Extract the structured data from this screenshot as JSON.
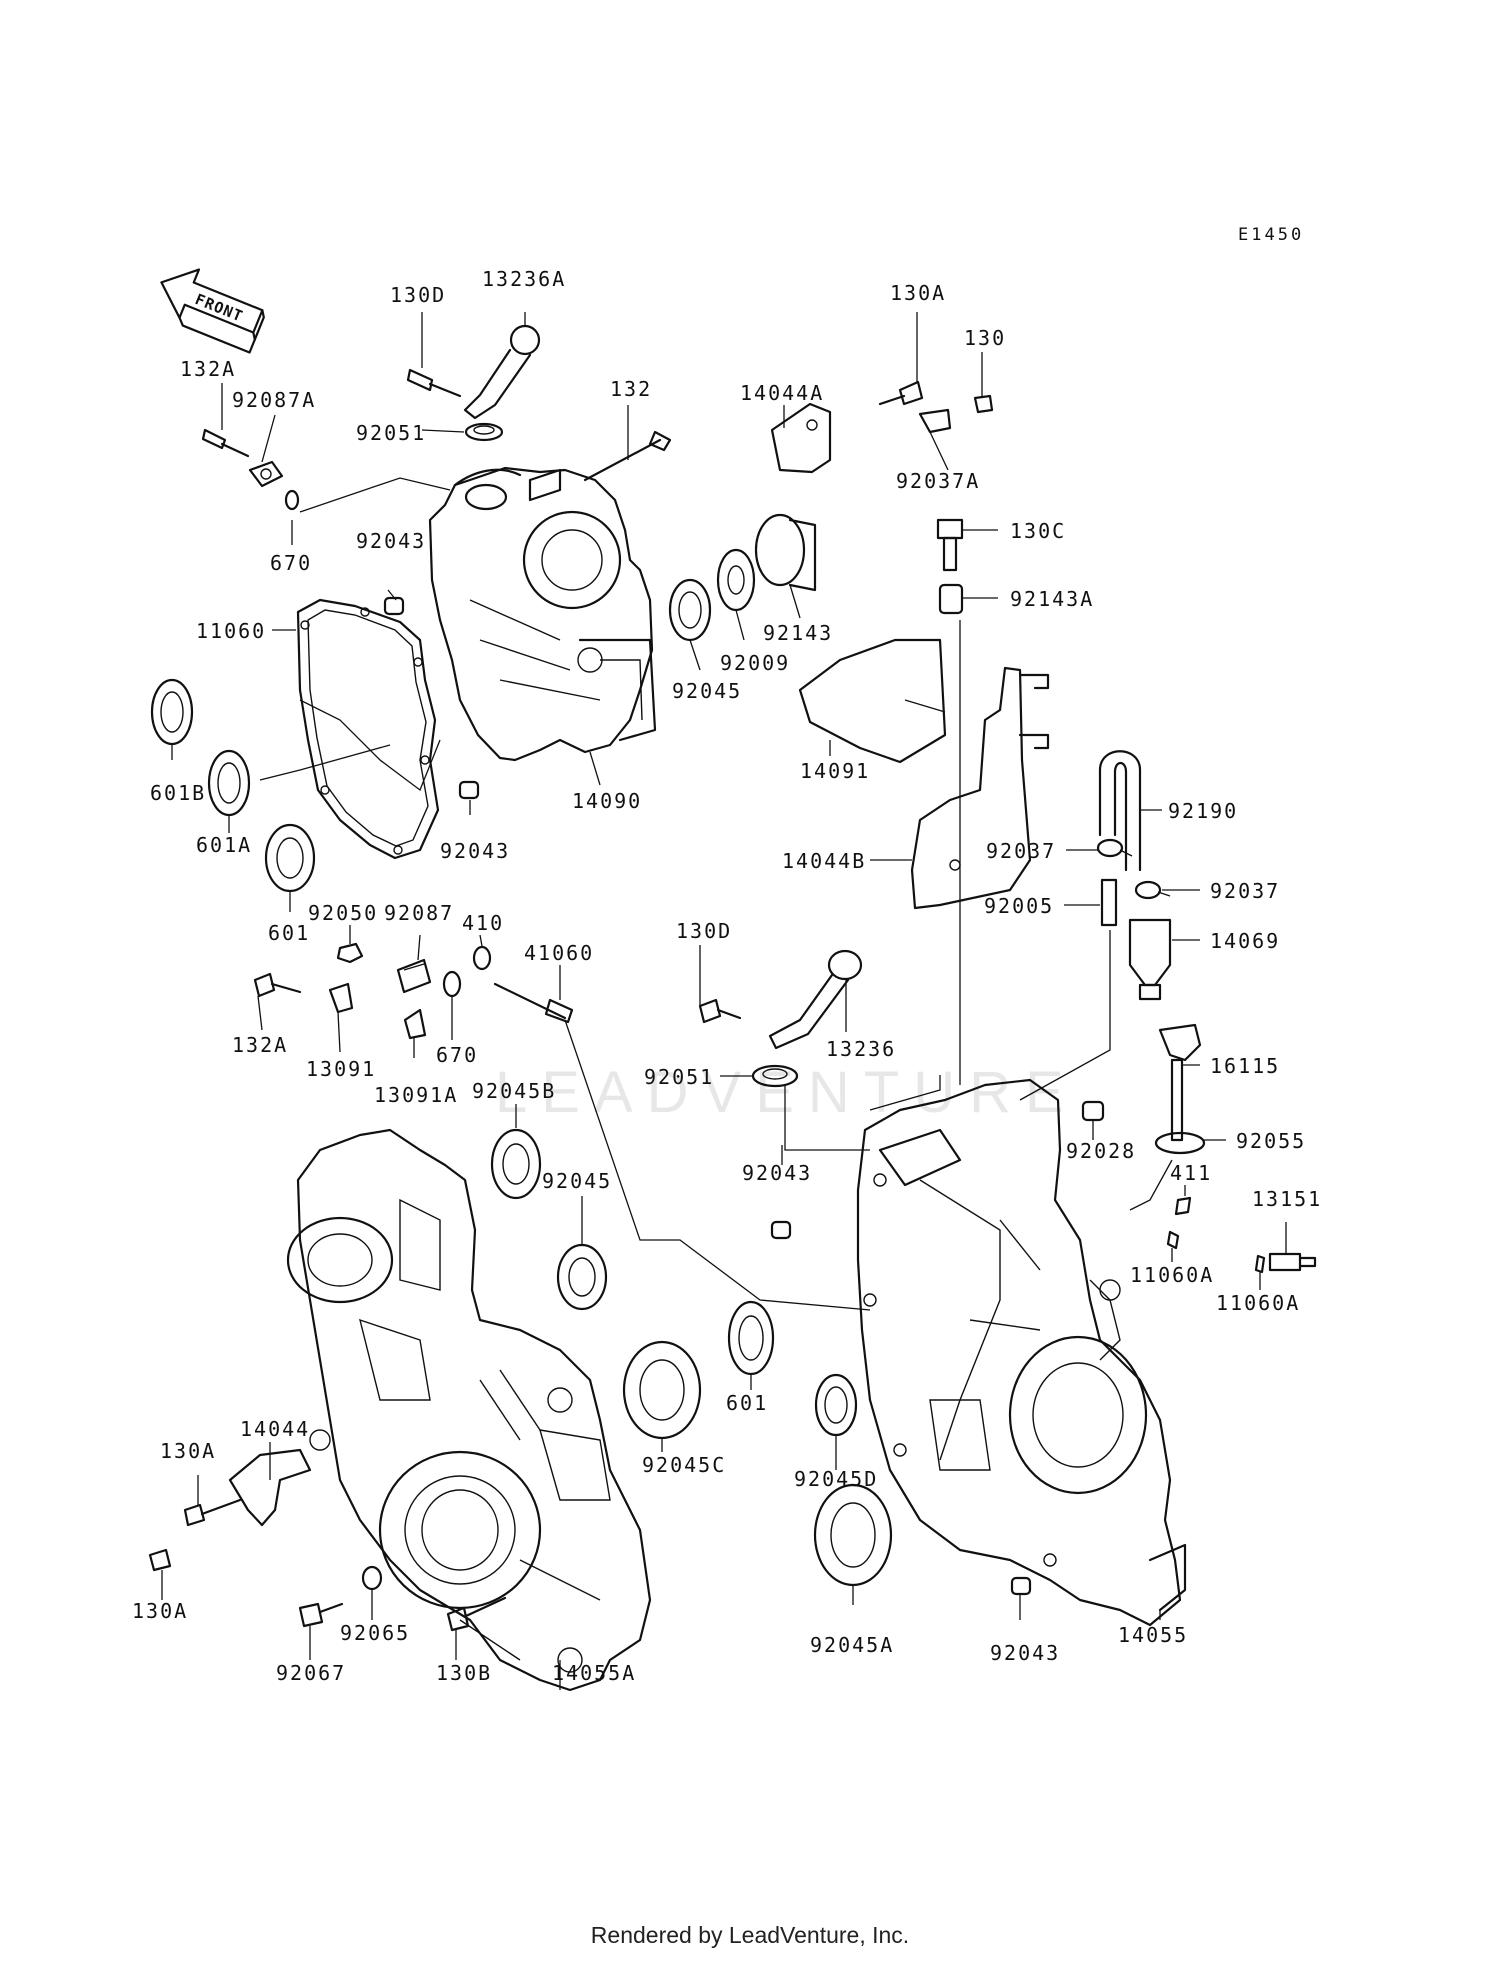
{
  "diagram": {
    "code": "E1450",
    "front_arrow_label": "FRONT",
    "watermark": "LEADVENTURE",
    "labels": [
      {
        "id": "l-130D-top",
        "text": "130D"
      },
      {
        "id": "l-13236A",
        "text": "13236A"
      },
      {
        "id": "l-132A-top",
        "text": "132A"
      },
      {
        "id": "l-92087A",
        "text": "92087A"
      },
      {
        "id": "l-92051-top",
        "text": "92051"
      },
      {
        "id": "l-132",
        "text": "132"
      },
      {
        "id": "l-670-top",
        "text": "670"
      },
      {
        "id": "l-92043-a",
        "text": "92043"
      },
      {
        "id": "l-11060",
        "text": "11060"
      },
      {
        "id": "l-601B",
        "text": "601B"
      },
      {
        "id": "l-601A",
        "text": "601A"
      },
      {
        "id": "l-601-left",
        "text": "601"
      },
      {
        "id": "l-92043-b",
        "text": "92043"
      },
      {
        "id": "l-14090",
        "text": "14090"
      },
      {
        "id": "l-92045-top",
        "text": "92045"
      },
      {
        "id": "l-92009",
        "text": "92009"
      },
      {
        "id": "l-92143",
        "text": "92143"
      },
      {
        "id": "l-14044A",
        "text": "14044A"
      },
      {
        "id": "l-130A-top",
        "text": "130A"
      },
      {
        "id": "l-130",
        "text": "130"
      },
      {
        "id": "l-92037A",
        "text": "92037A"
      },
      {
        "id": "l-130C",
        "text": "130C"
      },
      {
        "id": "l-92143A",
        "text": "92143A"
      },
      {
        "id": "l-14091",
        "text": "14091"
      },
      {
        "id": "l-14044B",
        "text": "14044B"
      },
      {
        "id": "l-92190",
        "text": "92190"
      },
      {
        "id": "l-92037-a",
        "text": "92037"
      },
      {
        "id": "l-92037-b",
        "text": "92037"
      },
      {
        "id": "l-92005",
        "text": "92005"
      },
      {
        "id": "l-14069",
        "text": "14069"
      },
      {
        "id": "l-16115",
        "text": "16115"
      },
      {
        "id": "l-92055",
        "text": "92055"
      },
      {
        "id": "l-92050",
        "text": "92050"
      },
      {
        "id": "l-92087",
        "text": "92087"
      },
      {
        "id": "l-410",
        "text": "410"
      },
      {
        "id": "l-41060",
        "text": "41060"
      },
      {
        "id": "l-132A-mid",
        "text": "132A"
      },
      {
        "id": "l-13091",
        "text": "13091"
      },
      {
        "id": "l-670-mid",
        "text": "670"
      },
      {
        "id": "l-13091A",
        "text": "13091A"
      },
      {
        "id": "l-130D-mid",
        "text": "130D"
      },
      {
        "id": "l-13236",
        "text": "13236"
      },
      {
        "id": "l-92051-mid",
        "text": "92051"
      },
      {
        "id": "l-92043-c",
        "text": "92043"
      },
      {
        "id": "l-92045B",
        "text": "92045B"
      },
      {
        "id": "l-92045-mid",
        "text": "92045"
      },
      {
        "id": "l-92028",
        "text": "92028"
      },
      {
        "id": "l-411",
        "text": "411"
      },
      {
        "id": "l-13151",
        "text": "13151"
      },
      {
        "id": "l-11060A-a",
        "text": "11060A"
      },
      {
        "id": "l-11060A-b",
        "text": "11060A"
      },
      {
        "id": "l-601-mid",
        "text": "601"
      },
      {
        "id": "l-92045C",
        "text": "92045C"
      },
      {
        "id": "l-92045D",
        "text": "92045D"
      },
      {
        "id": "l-14044",
        "text": "14044"
      },
      {
        "id": "l-130A-mid",
        "text": "130A"
      },
      {
        "id": "l-130A-bot",
        "text": "130A"
      },
      {
        "id": "l-92067",
        "text": "92067"
      },
      {
        "id": "l-92065",
        "text": "92065"
      },
      {
        "id": "l-130B",
        "text": "130B"
      },
      {
        "id": "l-14055A",
        "text": "14055A"
      },
      {
        "id": "l-92045A",
        "text": "92045A"
      },
      {
        "id": "l-92043-d",
        "text": "92043"
      },
      {
        "id": "l-14055",
        "text": "14055"
      }
    ]
  },
  "footer": {
    "text": "Rendered by LeadVenture, Inc."
  }
}
